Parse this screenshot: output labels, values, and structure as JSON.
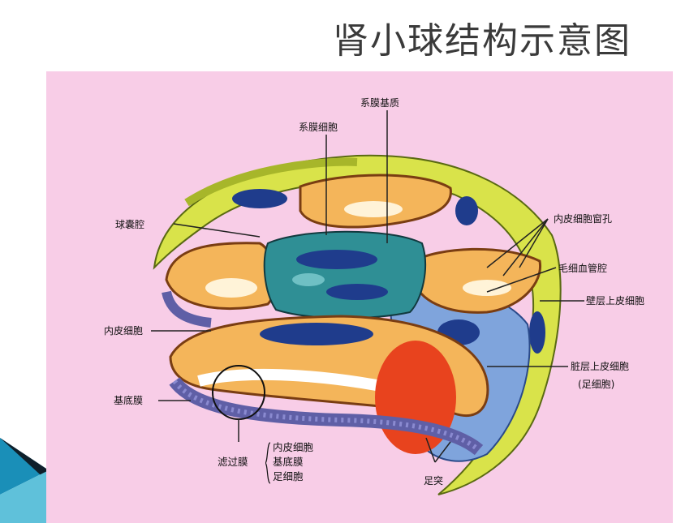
{
  "title": "肾小球结构示意图",
  "labels": {
    "mesangial_matrix": "系膜基质",
    "mesangial_cell": "系膜细胞",
    "capsular_space": "球囊腔",
    "endothelial_fenestra": "内皮细胞窗孔",
    "capillary_lumen": "毛细血管腔",
    "parietal_epithelium": "壁层上皮细胞",
    "endothelial_cell": "内皮细胞",
    "visceral_epithelium": "脏层上皮细胞",
    "podocyte": "(足细胞)",
    "basement_membrane": "基底膜",
    "filtration_membrane": "滤过膜",
    "filtration_layers": [
      "内皮细胞",
      "基底膜",
      "足细胞"
    ],
    "foot_process": "足突"
  },
  "colors": {
    "background": "#f8cde7",
    "capsule": "#d9e34a",
    "capillary_wall": "#f4b55a",
    "mesangium": "#2f8f95",
    "nucleus": "#1f3c8c",
    "podocyte": "#7fa4dc",
    "rbc": "#e8431e"
  }
}
